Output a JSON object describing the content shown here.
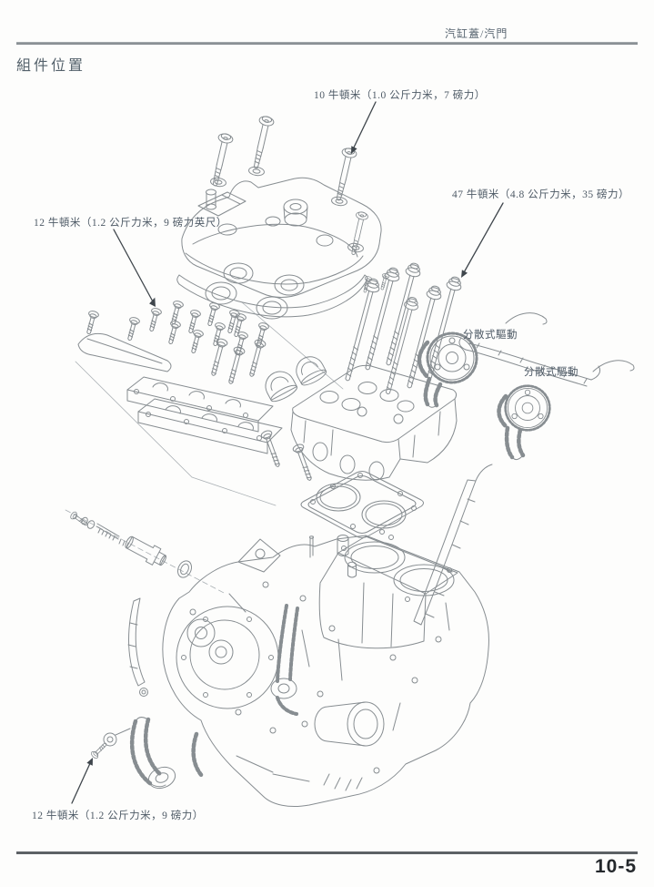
{
  "page": {
    "header": {
      "section_title": "汽缸蓋/汽門"
    },
    "title": "組件位置",
    "footer": {
      "page_number": "10-5"
    }
  },
  "diagram": {
    "description": "exploded view of cylinder head, valve cover, camshaft holders and crankcase",
    "labels": {
      "torque_top": "10 牛頓米（1.0 公斤力米，7 磅力）",
      "torque_right": "47 牛頓米（4.8 公斤力米，35 磅力）",
      "torque_left": "12 牛頓米（1.2 公斤力米，9 磅力英尺）",
      "torque_bottom": "12 牛頓米（1.2 公斤力米，9 磅力）",
      "cam_drive_1": "分散式驅動",
      "cam_drive_2": "分散式驅動"
    },
    "colors": {
      "line_art": "#878d91",
      "label_text": "#4e5a66",
      "arrow": "#3f464c"
    }
  }
}
